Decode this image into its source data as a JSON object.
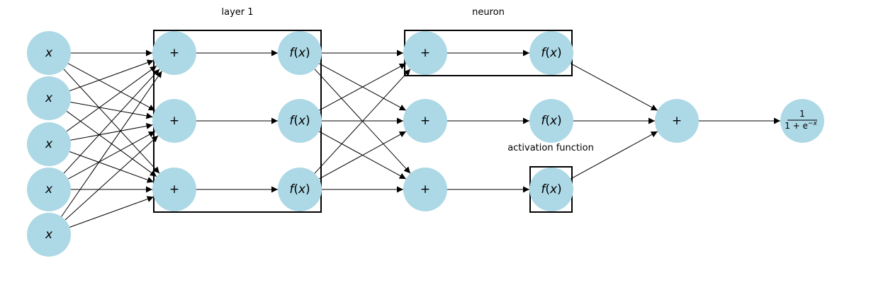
{
  "labels": {
    "layer_box": "layer 1",
    "neuron_box": "neuron",
    "activation_box": "activation function"
  },
  "symbols": {
    "input": "x",
    "sum": "+",
    "activation_f": "f",
    "activation_arg": "x",
    "sigmoid_numerator": "1",
    "sigmoid_denominator_base": "1 + e",
    "sigmoid_exponent": "−x"
  },
  "colors": {
    "node_fill": "#add8e6",
    "stroke": "#000000"
  }
}
